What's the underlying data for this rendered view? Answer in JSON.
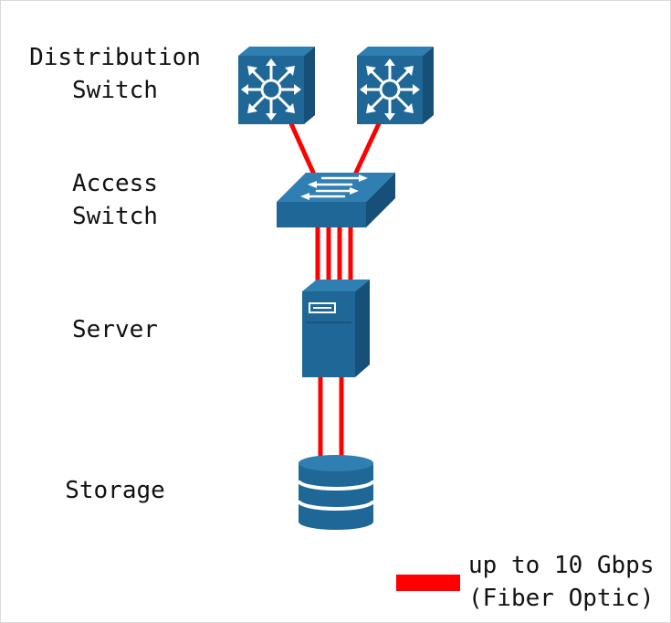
{
  "labels": {
    "distribution": {
      "line1": "Distribution",
      "line2": "Switch"
    },
    "access": {
      "line1": "Access",
      "line2": "Switch"
    },
    "server": "Server",
    "storage": "Storage"
  },
  "legend": {
    "line1": "up to 10 Gbps",
    "line2": "(Fiber Optic)"
  },
  "colors": {
    "device": "#1f6797",
    "device_top": "#2f7fb3",
    "device_side": "#164f78",
    "link": "#ff0000",
    "icon": "#ffffff"
  },
  "links": {
    "distribution_to_access": 2,
    "access_to_server": 4,
    "server_to_storage": 2
  },
  "icons": {
    "distribution_switch": "multilayer-switch-icon",
    "access_switch": "workgroup-switch-icon",
    "server": "server-icon",
    "storage": "storage-database-icon"
  }
}
